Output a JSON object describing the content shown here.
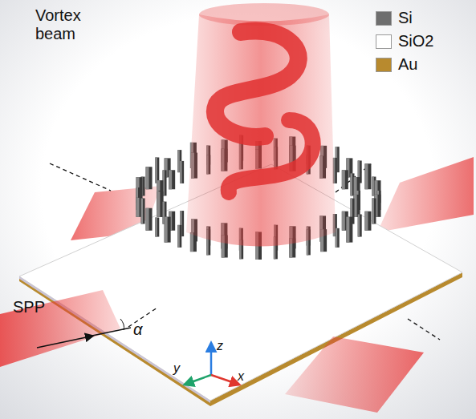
{
  "diagram": {
    "labels": [
      "Vortex beam",
      "SPP",
      "α",
      "y",
      "z",
      "x"
    ],
    "legend": [
      {
        "text": "Si",
        "color": "#6e6e6e"
      },
      {
        "text": "SiO2",
        "color": "#ffffff"
      },
      {
        "text": "Au",
        "color": "#b88a2e"
      }
    ]
  }
}
